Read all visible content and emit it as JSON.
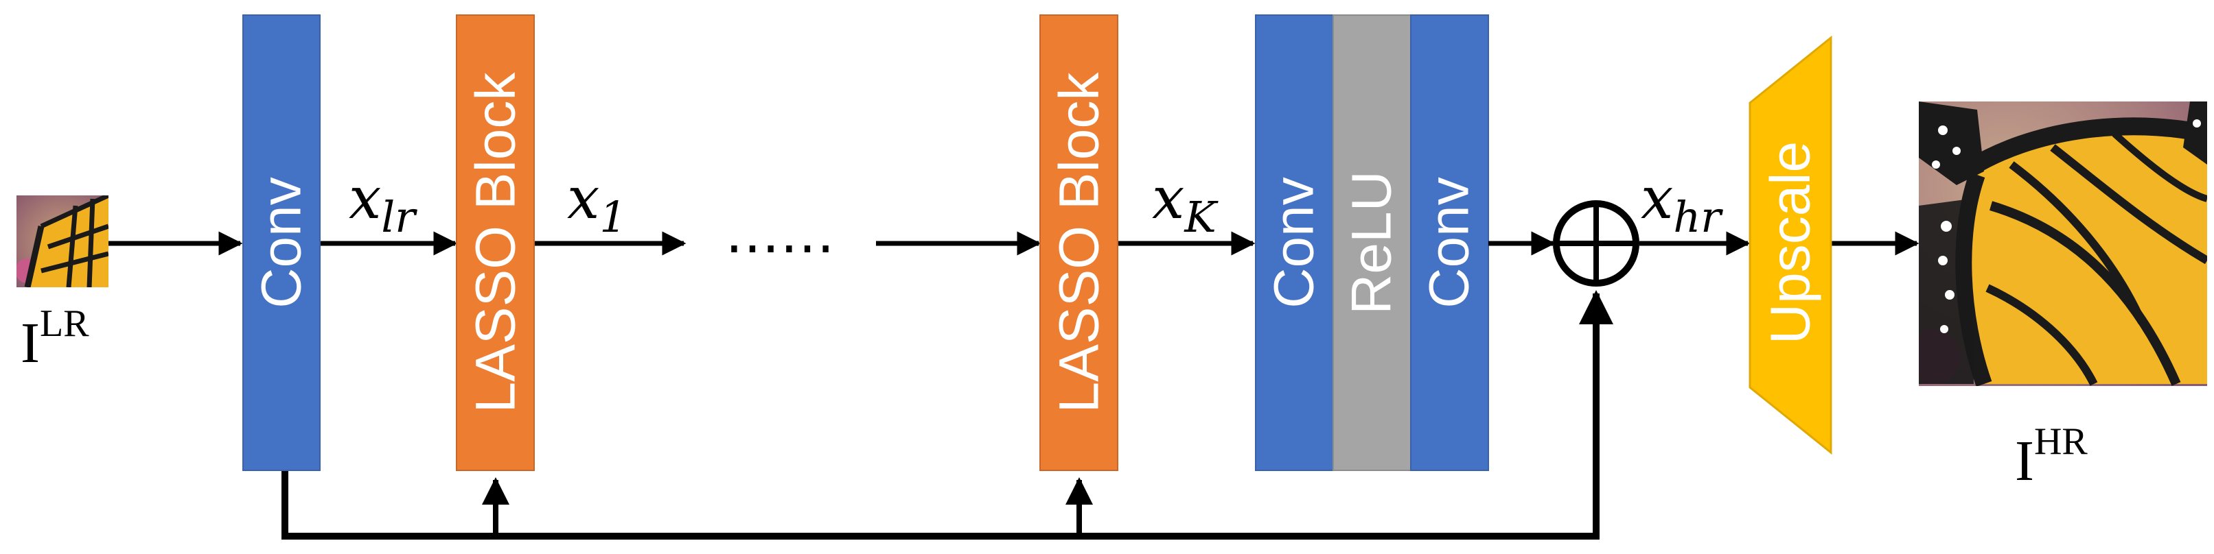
{
  "blocks": {
    "conv_in": "Conv",
    "lasso_1": "LASSO Block",
    "lasso_k": "LASSO Block",
    "conv_a": "Conv",
    "relu": "ReLU",
    "conv_b": "Conv",
    "upscale": "Upscale"
  },
  "edges": {
    "x_lr": {
      "main": "x",
      "sub": "lr"
    },
    "x_1": {
      "main": "x",
      "sub": "1"
    },
    "x_K": {
      "main": "x",
      "sub": "K"
    },
    "x_hr": {
      "main": "x",
      "sub": "hr"
    }
  },
  "ellipsis": "……",
  "input_label": {
    "main": "I",
    "sup": "LR"
  },
  "output_label": {
    "main": "I",
    "sup": "HR"
  },
  "colors": {
    "conv": "#4472c4",
    "lasso": "#ed7d31",
    "relu": "#a5a5a5",
    "upscale": "#ffc000",
    "arrow": "#000000"
  },
  "icons": {
    "input_image": "butterfly-thumbnail",
    "output_image": "butterfly-closeup",
    "sum_node": "circle-plus-icon"
  }
}
